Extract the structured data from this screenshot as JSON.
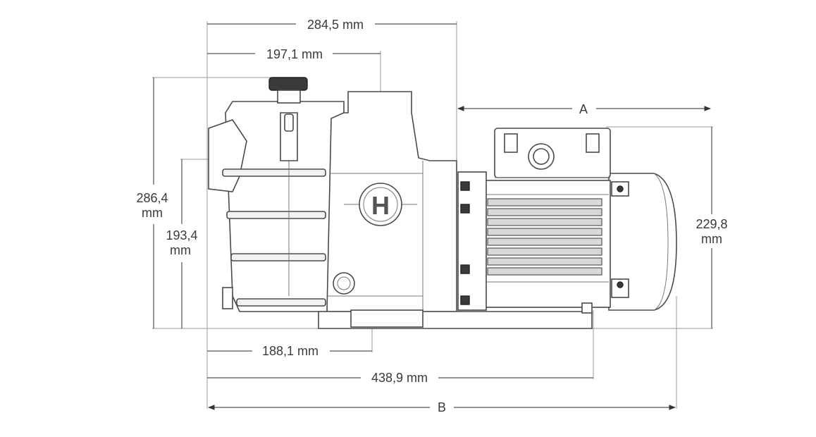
{
  "dimensions": {
    "overall_height_top": "284,5 mm",
    "lid_width": "197,1 mm",
    "total_height_line1": "286,4",
    "total_height_line2": "mm",
    "inlet_height_line1": "193,4",
    "inlet_height_line2": "mm",
    "motor_height_line1": "229,8",
    "motor_height_line2": "mm",
    "base_to_outlet": "188,1 mm",
    "base_length": "438,9 mm",
    "label_a": "A",
    "label_b": "B"
  },
  "logo": {
    "letter": "H"
  }
}
